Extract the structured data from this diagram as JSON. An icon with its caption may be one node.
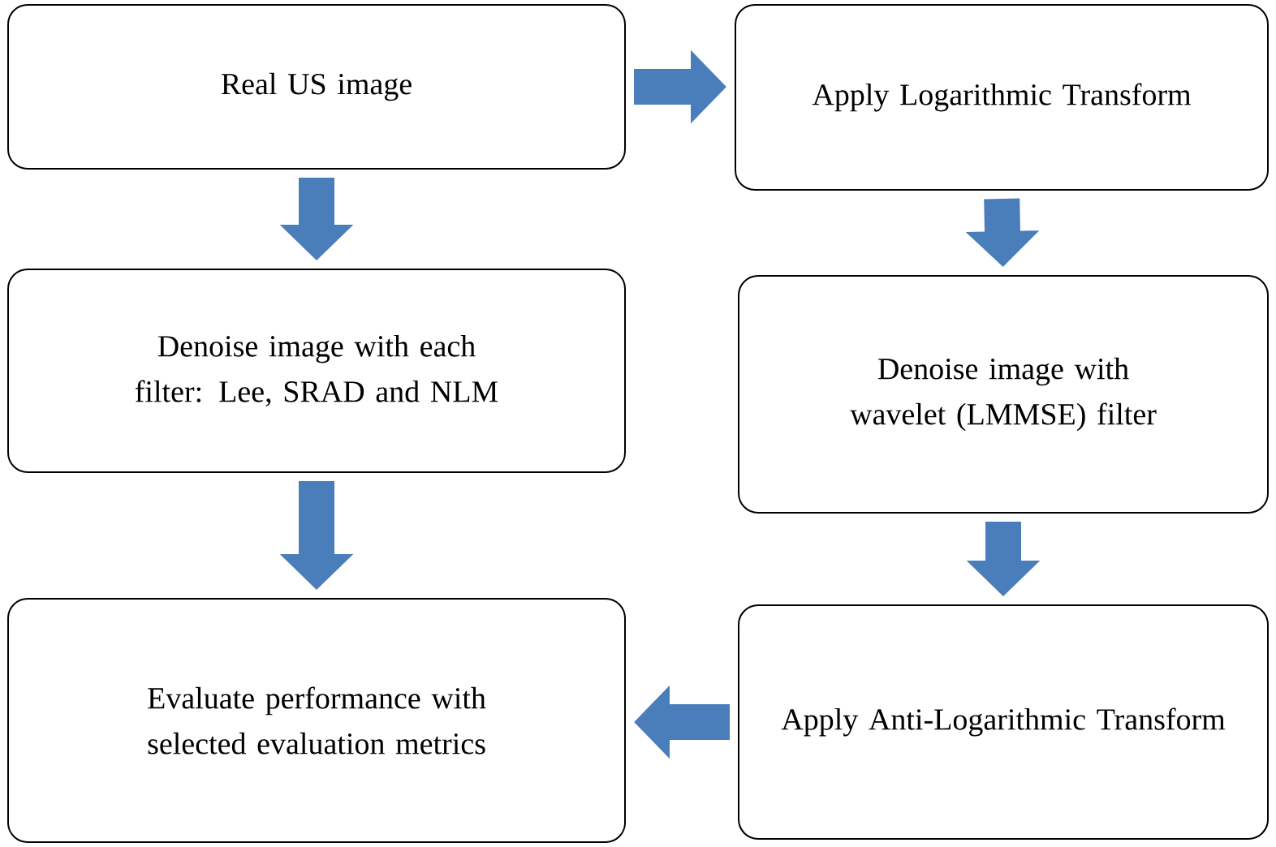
{
  "diagram": {
    "nodes": [
      {
        "text": [
          "Real US image"
        ]
      },
      {
        "text": [
          "Apply Logarithmic Transform"
        ]
      },
      {
        "text": [
          "Denoise image with each filter: Lee, SRAD and NLM"
        ]
      },
      {
        "text": [
          "Denoise image with wavelet (LMMSE) filter"
        ]
      },
      {
        "text": [
          "Evaluate performance with selected evaluation metrics"
        ]
      },
      {
        "text": [
          "Apply Anti-Logarithmic Transform"
        ]
      }
    ],
    "edges": [
      {
        "from": 0,
        "to": 1,
        "arrow": "to"
      },
      {
        "from": 0,
        "to": 2,
        "arrow": "to"
      },
      {
        "from": 1,
        "to": 3,
        "arrow": "to"
      },
      {
        "from": 2,
        "to": 4,
        "arrow": "to"
      },
      {
        "from": 3,
        "to": 5,
        "arrow": "to"
      },
      {
        "from": 5,
        "to": 4,
        "arrow": "to"
      }
    ]
  }
}
